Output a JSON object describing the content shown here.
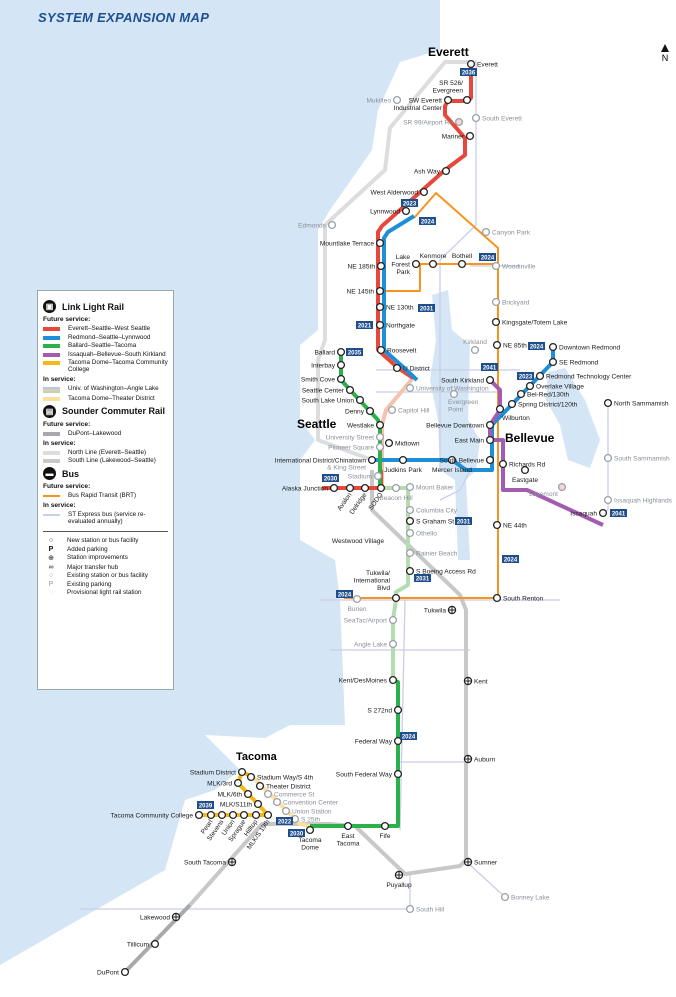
{
  "title": "SYSTEM EXPANSION MAP",
  "north_label": "N",
  "colors": {
    "water": "#d4e6f5",
    "red_line": "#e8473b",
    "blue_line": "#1e8fd6",
    "green_line": "#2bb04a",
    "purple_line": "#a45cb0",
    "yellow_line": "#f5b915",
    "uw_angle_lake_blue": "#a9cdee",
    "uw_angle_lake_pink": "#f6c2ad",
    "uw_angle_lake_green": "#b5dcb0",
    "tacoma_link_in_service": "#fbe1a0",
    "sounder_future": "#a7a9ac",
    "sounder_in_service": "#c7c8ca",
    "brt": "#f7941d",
    "st_express": "#c9cee9",
    "year_badge": "#1f4e8c"
  },
  "cities": {
    "everett": "Everett",
    "seattle": "Seattle",
    "bellevue": "Bellevue",
    "tacoma": "Tacoma"
  },
  "legend": {
    "link": {
      "title": "Link Light Rail",
      "future": "Future service:",
      "in_service": "In service:",
      "lines": [
        "Everett–Seattle–West Seattle",
        "Redmond–Seattle–Lynnwood",
        "Ballard–Seattle–Tacoma",
        "Issaquah–Bellevue–South Kirkland",
        "Tacoma Dome–Tacoma Community College"
      ],
      "existing": [
        "Univ. of Washington–Angle Lake",
        "Tacoma Dome–Theater District"
      ]
    },
    "sounder": {
      "title": "Sounder Commuter Rail",
      "future": "Future service:",
      "in_service": "In service:",
      "lines": [
        "DuPont–Lakewood"
      ],
      "existing": [
        "North Line (Everett–Seattle)",
        "South Line (Lakewood–Seattle)"
      ]
    },
    "bus": {
      "title": "Bus",
      "future": "Future service:",
      "in_service": "In service:",
      "lines": [
        "Bus Rapid Transit (BRT)"
      ],
      "existing": [
        "ST Express bus (service re-evaluated annually)"
      ]
    },
    "symbols": [
      {
        "icon": "new-station-icon",
        "label": "New station or bus facility"
      },
      {
        "icon": "added-parking-icon",
        "label": "Added parking"
      },
      {
        "icon": "station-improvements-icon",
        "label": "Station improvements"
      },
      {
        "icon": "major-transfer-hub-icon",
        "label": "Major transfer hub"
      },
      {
        "icon": "existing-station-icon",
        "label": "Existing station or bus facility"
      },
      {
        "icon": "existing-parking-icon",
        "label": "Existing parking"
      },
      {
        "icon": "provisional-station-icon",
        "label": "Provisional light rail station"
      }
    ],
    "symbol_glyphs": {
      "parking": "P"
    }
  },
  "stations": {
    "everett": {
      "name": "Everett",
      "kind": "new"
    },
    "sr526": {
      "name": "SR 526/Evergreen",
      "kind": "new"
    },
    "swEverett": {
      "name": "SW Everett Industrial Center",
      "kind": "new"
    },
    "sr99": {
      "name": "SR 99/Airport Rd",
      "kind": "provisional"
    },
    "southEverett": {
      "name": "South Everett",
      "kind": "existing"
    },
    "mukilteo": {
      "name": "Mukilteo",
      "kind": "existing"
    },
    "mariner": {
      "name": "Mariner",
      "kind": "new"
    },
    "ashway": {
      "name": "Ash Way",
      "kind": "new"
    },
    "westAlderwood": {
      "name": "West Alderwood",
      "kind": "new"
    },
    "lynnwood": {
      "name": "Lynnwood",
      "kind": "new"
    },
    "edmonds": {
      "name": "Edmonds",
      "kind": "existing"
    },
    "canyonPark": {
      "name": "Canyon Park",
      "kind": "existing"
    },
    "mountlake": {
      "name": "Mountlake Terrace",
      "kind": "new"
    },
    "ne185": {
      "name": "NE 185th",
      "kind": "new"
    },
    "lakeForestPark": {
      "name": "Lake Forest Park",
      "kind": "new"
    },
    "kenmore": {
      "name": "Kenmore",
      "kind": "new"
    },
    "bothell": {
      "name": "Bothell",
      "kind": "new"
    },
    "woodinville": {
      "name": "Woodinville",
      "kind": "existing"
    },
    "ne145": {
      "name": "NE 145th",
      "kind": "new"
    },
    "ne130": {
      "name": "NE 130th",
      "kind": "new"
    },
    "northgate": {
      "name": "Northgate",
      "kind": "new"
    },
    "brickyard": {
      "name": "Brickyard",
      "kind": "existing"
    },
    "kingsgate": {
      "name": "Kingsgate/Totem Lake",
      "kind": "new"
    },
    "roosevelt": {
      "name": "Roosevelt",
      "kind": "new"
    },
    "udistrict": {
      "name": "U District",
      "kind": "new"
    },
    "uw": {
      "name": "University of Washington",
      "kind": "existing"
    },
    "kirkland": {
      "name": "Kirkland",
      "kind": "existing"
    },
    "ne85": {
      "name": "NE 85th",
      "kind": "new"
    },
    "evergreenPt": {
      "name": "Evergreen Point",
      "kind": "existing"
    },
    "ballard": {
      "name": "Ballard",
      "kind": "new"
    },
    "interbay": {
      "name": "Interbay",
      "kind": "new"
    },
    "smithCove": {
      "name": "Smith Cove",
      "kind": "new"
    },
    "seattleCenter": {
      "name": "Seattle Center",
      "kind": "new"
    },
    "slu": {
      "name": "South Lake Union",
      "kind": "new"
    },
    "denny": {
      "name": "Denny",
      "kind": "new"
    },
    "capitolHill": {
      "name": "Capitol Hill",
      "kind": "existing"
    },
    "westlake": {
      "name": "Westlake",
      "kind": "new"
    },
    "universitySt": {
      "name": "University Street",
      "kind": "existing"
    },
    "pioneerSq": {
      "name": "Pioneer Square",
      "kind": "existing"
    },
    "midtown": {
      "name": "Midtown",
      "kind": "new"
    },
    "intlDist": {
      "name": "International District/Chinatown",
      "kind": "new"
    },
    "kingSt": {
      "name": "& King Street",
      "kind": "label-existing"
    },
    "stadium": {
      "name": "Stadium",
      "kind": "existing"
    },
    "judkins": {
      "name": "Judkins Park",
      "kind": "new"
    },
    "mercer": {
      "name": "Mercer Island",
      "kind": "new"
    },
    "alaska": {
      "name": "Alaska Junction",
      "kind": "new"
    },
    "avalon": {
      "name": "Avalon",
      "kind": "new"
    },
    "delridge": {
      "name": "Delridge",
      "kind": "new"
    },
    "sodo": {
      "name": "SODO",
      "kind": "new"
    },
    "beaconHill": {
      "name": "Beacon Hill",
      "kind": "existing"
    },
    "mountBaker": {
      "name": "Mount Baker",
      "kind": "existing"
    },
    "columbiaCity": {
      "name": "Columbia City",
      "kind": "existing"
    },
    "sGraham": {
      "name": "S Graham St",
      "kind": "new"
    },
    "othello": {
      "name": "Othello",
      "kind": "existing"
    },
    "westwood": {
      "name": "Westwood Village",
      "kind": "label"
    },
    "rainierBeach": {
      "name": "Rainier Beach",
      "kind": "existing"
    },
    "boeing": {
      "name": "S Boeing Access Rd",
      "kind": "new"
    },
    "tukwilaIntl": {
      "name": "Tukwila/International Blvd",
      "kind": "new"
    },
    "burien": {
      "name": "Burien",
      "kind": "existing"
    },
    "southRenton": {
      "name": "South Renton",
      "kind": "new"
    },
    "tukwilaSounder": {
      "name": "Tukwila",
      "kind": "improvement"
    },
    "seatac": {
      "name": "SeaTac/Airport",
      "kind": "existing"
    },
    "angleLake": {
      "name": "Angle Lake",
      "kind": "existing"
    },
    "kentDM": {
      "name": "Kent/DesMoines",
      "kind": "new"
    },
    "kent": {
      "name": "Kent",
      "kind": "improvement"
    },
    "s272": {
      "name": "S 272nd",
      "kind": "new"
    },
    "federalWay": {
      "name": "Federal Way",
      "kind": "new"
    },
    "auburn": {
      "name": "Auburn",
      "kind": "improvement"
    },
    "southFW": {
      "name": "South Federal Way",
      "kind": "new"
    },
    "southKirkland": {
      "name": "South Kirkland",
      "kind": "new"
    },
    "bellevueDT": {
      "name": "Bellevue Downtown",
      "kind": "new"
    },
    "eastMain": {
      "name": "East Main",
      "kind": "new"
    },
    "southBellevue": {
      "name": "South Bellevue",
      "kind": "new"
    },
    "wilburton": {
      "name": "Wilburton",
      "kind": "new"
    },
    "spring": {
      "name": "Spring District/120th",
      "kind": "new"
    },
    "belred": {
      "name": "Bel-Red/130th",
      "kind": "new"
    },
    "overlake": {
      "name": "Overlake Village",
      "kind": "new"
    },
    "rtc": {
      "name": "Redmond Technology Center",
      "kind": "new"
    },
    "seRedmond": {
      "name": "SE Redmond",
      "kind": "new"
    },
    "dtRedmond": {
      "name": "Downtown Redmond",
      "kind": "new"
    },
    "richards": {
      "name": "Richards Rd",
      "kind": "new"
    },
    "eastgate": {
      "name": "Eastgate",
      "kind": "new"
    },
    "lakemont": {
      "name": "Lakemont",
      "kind": "provisional"
    },
    "issaquah": {
      "name": "Issaquah",
      "kind": "new"
    },
    "northSammamish": {
      "name": "North Sammamish",
      "kind": "new"
    },
    "southSammamish": {
      "name": "South Sammamish",
      "kind": "existing"
    },
    "issaquahHighlands": {
      "name": "Issaquah Highlands",
      "kind": "existing"
    },
    "ne44": {
      "name": "NE 44th",
      "kind": "new"
    },
    "stadiumDist": {
      "name": "Stadium District",
      "kind": "new"
    },
    "stadiumWay": {
      "name": "Stadium Way/S 4th",
      "kind": "new"
    },
    "theater": {
      "name": "Theater District",
      "kind": "new"
    },
    "commerce": {
      "name": "Commerce St",
      "kind": "existing"
    },
    "convention": {
      "name": "Convention Center",
      "kind": "existing"
    },
    "unionStation": {
      "name": "Union Station",
      "kind": "existing"
    },
    "s25": {
      "name": "S 25th",
      "kind": "existing"
    },
    "mlk3": {
      "name": "MLK/3rd",
      "kind": "new"
    },
    "mlk6": {
      "name": "MLK/6th",
      "kind": "new"
    },
    "mlk11": {
      "name": "MLK/S11th",
      "kind": "new"
    },
    "tcc": {
      "name": "Tacoma Community College",
      "kind": "new"
    },
    "pearl": {
      "name": "Pearl",
      "kind": "new"
    },
    "stevens": {
      "name": "Stevens",
      "kind": "new"
    },
    "union": {
      "name": "Union",
      "kind": "new"
    },
    "sprague": {
      "name": "Sprague",
      "kind": "new"
    },
    "hilltop": {
      "name": "Hilltop",
      "kind": "new"
    },
    "mlk19": {
      "name": "MLK/S 19th",
      "kind": "new"
    },
    "tacomaDome": {
      "name": "Tacoma Dome",
      "kind": "new"
    },
    "eastTacoma": {
      "name": "East Tacoma",
      "kind": "new"
    },
    "fife": {
      "name": "Fife",
      "kind": "new"
    },
    "southTacoma": {
      "name": "South Tacoma",
      "kind": "improvement"
    },
    "puyallup": {
      "name": "Puyallup",
      "kind": "improvement"
    },
    "sumner": {
      "name": "Sumner",
      "kind": "improvement"
    },
    "bonneyLake": {
      "name": "Bonney Lake",
      "kind": "existing"
    },
    "southHill": {
      "name": "South Hill",
      "kind": "existing"
    },
    "lakewood": {
      "name": "Lakewood",
      "kind": "improvement"
    },
    "tillicum": {
      "name": "Tillicum",
      "kind": "new"
    },
    "dupont": {
      "name": "DuPont",
      "kind": "new"
    }
  },
  "year_badges": [
    "2036",
    "2023",
    "2024",
    "2031",
    "2021",
    "2035",
    "2041",
    "2024",
    "2023",
    "2024",
    "2030",
    "2031",
    "2031",
    "2024",
    "2024",
    "2041",
    "2039",
    "2022",
    "2030",
    "2024"
  ]
}
